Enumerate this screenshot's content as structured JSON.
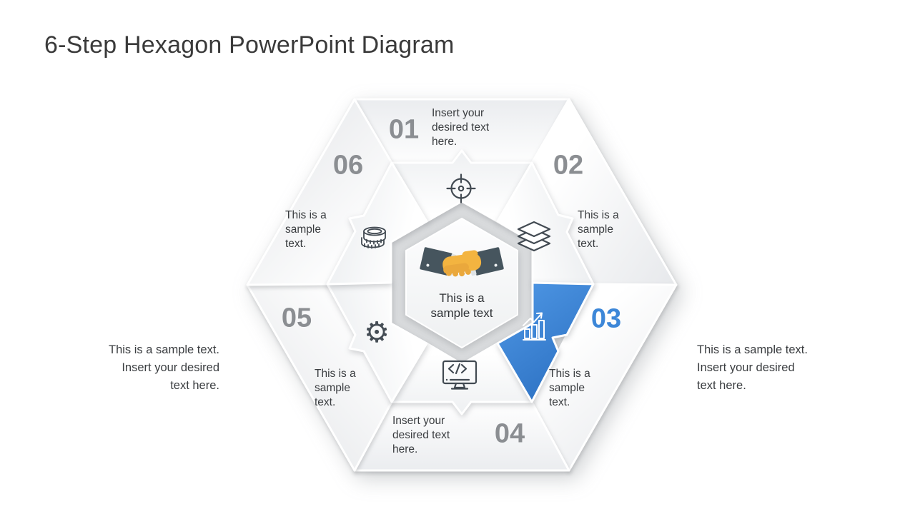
{
  "slide": {
    "title": "6-Step Hexagon PowerPoint Diagram"
  },
  "center": {
    "icon": "handshake-icon",
    "label": "This is a\nsample text"
  },
  "steps": [
    {
      "number": "01",
      "icon": "target-icon",
      "description": "Insert your\ndesired text\nhere.",
      "highlighted": false
    },
    {
      "number": "02",
      "icon": "layers-icon",
      "description": "This is a\nsample\ntext.",
      "highlighted": false
    },
    {
      "number": "03",
      "icon": "growth-chart-icon",
      "description": "This is a\nsample\ntext.",
      "highlighted": true
    },
    {
      "number": "04",
      "icon": "code-monitor-icon",
      "description": "Insert your\ndesired text\nhere.",
      "highlighted": false
    },
    {
      "number": "05",
      "icon": "gear-icon",
      "description": "This is a\nsample\ntext.",
      "highlighted": false
    },
    {
      "number": "06",
      "icon": "coins-icon",
      "description": "This is a\nsample\ntext.",
      "highlighted": false
    }
  ],
  "side_notes": {
    "left": "This is a sample text.\nInsert your desired\ntext here.",
    "right": "This is a sample text.\nInsert your desired\ntext here."
  },
  "colors": {
    "accent_blue": "#3d87d8",
    "number_gray": "#8b8e92",
    "text_dark": "#3a3d40",
    "ring_gray": "#d9dbdd",
    "icon_stroke": "#424a52"
  }
}
